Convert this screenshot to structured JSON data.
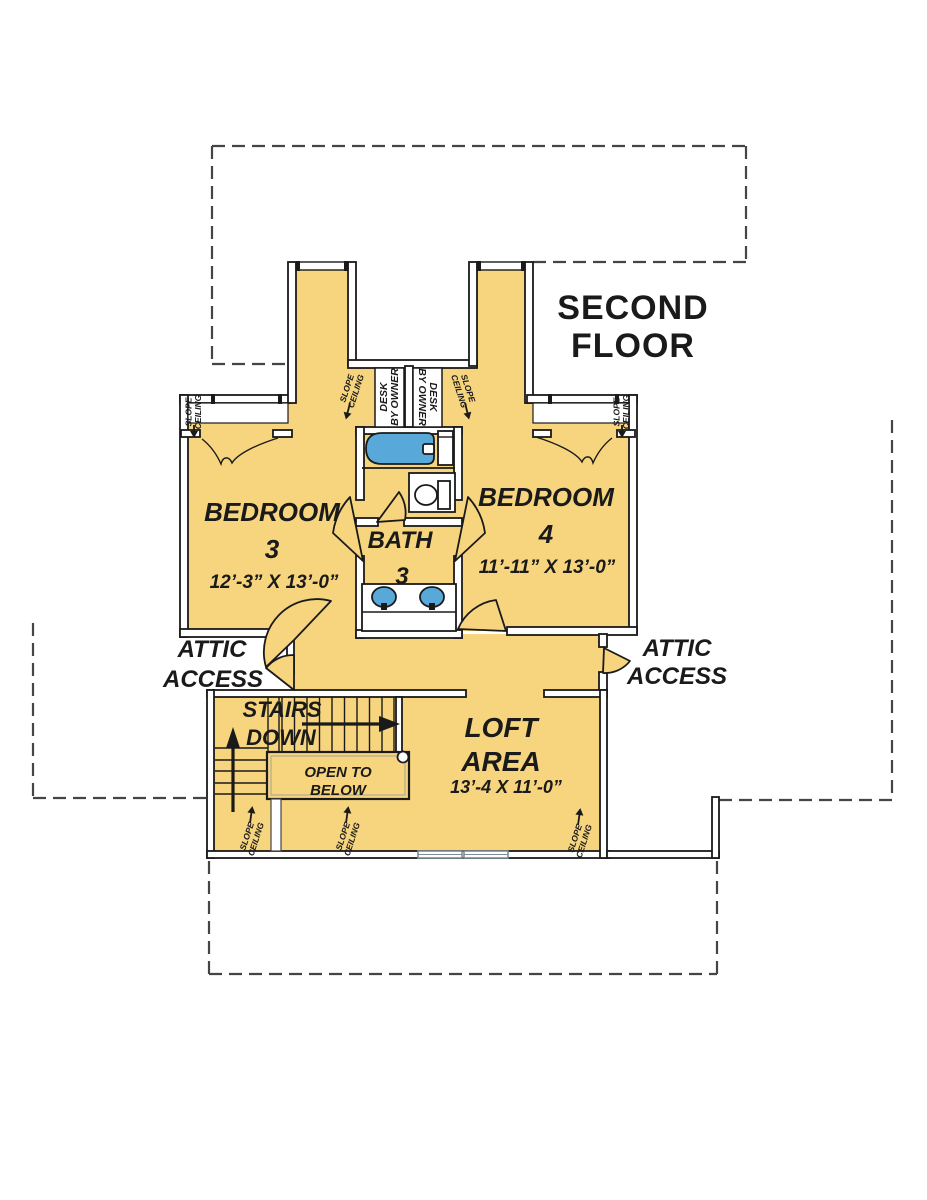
{
  "title": {
    "line1": "SECOND",
    "line2": "FLOOR"
  },
  "rooms": {
    "bedroom3": {
      "label_line1": "BEDROOM",
      "label_line2": "3",
      "dims": "12’-3” X 13’-0”"
    },
    "bedroom4": {
      "label_line1": "BEDROOM",
      "label_line2": "4",
      "dims": "11’-11” X 13’-0”"
    },
    "bath3": {
      "label_line1": "BATH",
      "label_line2": "3"
    },
    "loft": {
      "label_line1": "LOFT",
      "label_line2": "AREA",
      "dims": "13’-4  X 11’-0”"
    }
  },
  "labels": {
    "attic_access_line1": "ATTIC",
    "attic_access_line2": "ACCESS",
    "stairs_line1": "STAIRS",
    "stairs_line2": "DOWN",
    "open_to_below_line1": "OPEN TO",
    "open_to_below_line2": "BELOW",
    "desk_line1": "DESK",
    "desk_line2": "BY OWNER",
    "slope_line1": "SLOPE",
    "slope_line2": "CEILING"
  },
  "colors": {
    "floor_fill": "#F6D57E",
    "fixture_blue": "#58A9D9",
    "line": "#1a1a1a",
    "dash_line": "#454545"
  }
}
